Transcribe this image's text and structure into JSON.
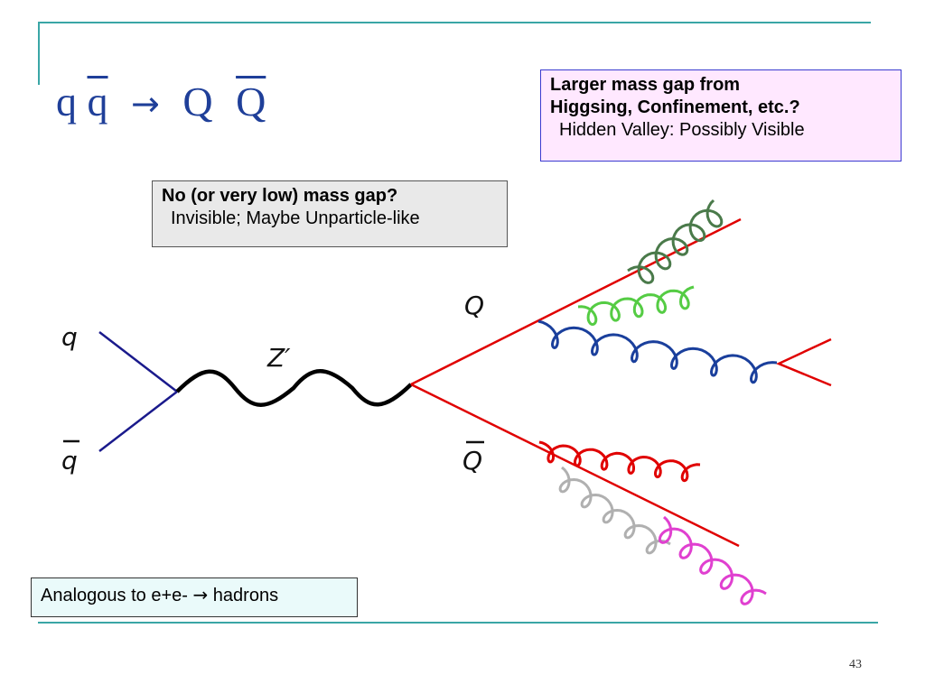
{
  "title": {
    "q": "q",
    "qbar": "q",
    "arrow": "→",
    "Q": "Q",
    "Qbar": "Q"
  },
  "box_visible": {
    "line1": "Larger mass gap from",
    "line2": "Higgsing, Confinement, etc.?",
    "line3": "Hidden Valley: Possibly Visible"
  },
  "box_invisible": {
    "line1": "No (or very low) mass gap?",
    "line2": "Invisible; Maybe Unparticle-like"
  },
  "box_analog": {
    "text_before": "Analogous to e+e- ",
    "arrow": "→",
    "text_after": " hadrons"
  },
  "diagram": {
    "label_q": "q",
    "label_qbar": "q",
    "label_Z": "Z′",
    "label_Q": "Q",
    "label_Qbar": "Q"
  },
  "colors": {
    "accent_rule": "#3aa6a6",
    "title": "#1f3f99",
    "quark": "#1a1a8c",
    "heavy_quark": "#e00000",
    "gluon_dark_green": "#4a7a4a",
    "gluon_green": "#55cc44",
    "gluon_blue": "#1a3f9c",
    "gluon_red": "#e00000",
    "gluon_gray": "#b0b0b0",
    "gluon_magenta": "#e040d0"
  },
  "page_number": "43"
}
